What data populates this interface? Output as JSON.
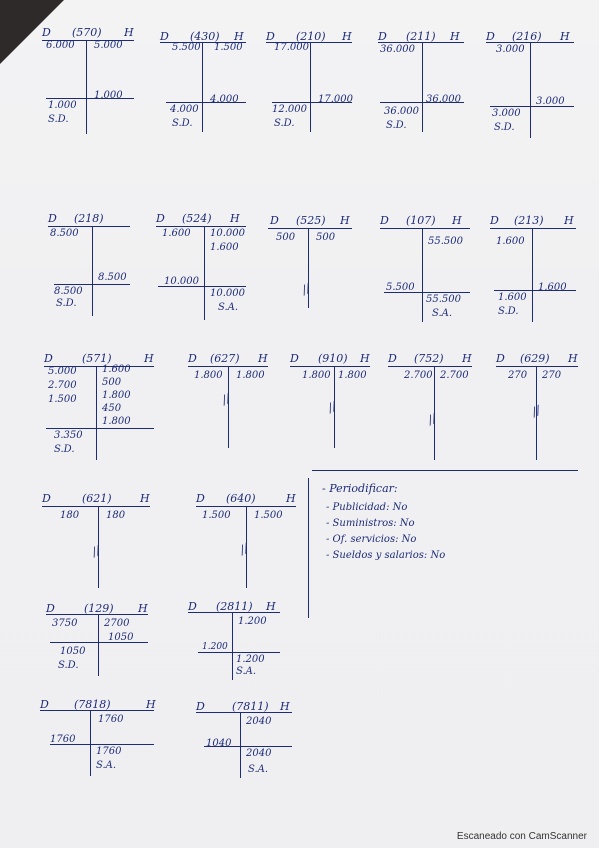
{
  "footer": {
    "text": "Escaneado con CamScanner"
  },
  "colors": {
    "ink": "#1d2b78",
    "paper": "#f1f1f3"
  },
  "accounts": [
    {
      "id": "570",
      "debit_label": "D",
      "code": "(570)",
      "credit_label": "H",
      "debit": [
        "6.000",
        "",
        "",
        "1.000",
        "S.D."
      ],
      "credit": [
        "5.000",
        "",
        "1.000"
      ]
    },
    {
      "id": "430",
      "debit_label": "D",
      "code": "(430)",
      "credit_label": "H",
      "debit": [
        "5.500",
        "",
        "",
        "4.000",
        "S.D."
      ],
      "credit": [
        "1.500",
        "",
        "4.000"
      ]
    },
    {
      "id": "210",
      "debit_label": "D",
      "code": "(210)",
      "credit_label": "H",
      "debit": [
        "17.000",
        "",
        "",
        "12.000",
        "S.D."
      ],
      "credit": [
        "",
        "",
        "17.000"
      ]
    },
    {
      "id": "211",
      "debit_label": "D",
      "code": "(211)",
      "credit_label": "H",
      "debit": [
        "36.000",
        "",
        "",
        "36.000",
        "S.D."
      ],
      "credit": [
        "",
        "",
        "36.000"
      ]
    },
    {
      "id": "216",
      "debit_label": "D",
      "code": "(216)",
      "credit_label": "H",
      "debit": [
        "3.000",
        "",
        "",
        "3.000",
        "S.D."
      ],
      "credit": [
        "",
        "",
        "3.000"
      ]
    },
    {
      "id": "218",
      "debit_label": "D",
      "code": "(218)",
      "credit_label": "",
      "debit": [
        "8.500",
        "",
        "",
        "8.500",
        "S.D."
      ],
      "credit": [
        "",
        "",
        "8.500"
      ]
    },
    {
      "id": "524",
      "debit_label": "D",
      "code": "(524)",
      "credit_label": "H",
      "debit": [
        "1.600",
        "",
        "10.000",
        "",
        ""
      ],
      "credit": [
        "10.000",
        "1.600",
        "",
        "10.000",
        "S.A."
      ]
    },
    {
      "id": "525",
      "debit_label": "D",
      "code": "(525)",
      "credit_label": "H",
      "debit": [
        "500"
      ],
      "credit": [
        "500"
      ]
    },
    {
      "id": "107",
      "debit_label": "D",
      "code": "(107)",
      "credit_label": "H",
      "debit": [
        "",
        "",
        "",
        "5.500"
      ],
      "credit": [
        "55.500",
        "",
        "",
        "55.500",
        "S.A."
      ]
    },
    {
      "id": "213",
      "debit_label": "D",
      "code": "(213)",
      "credit_label": "H",
      "debit": [
        "1.600",
        "",
        "",
        "1.600",
        "S.D."
      ],
      "credit": [
        "",
        "",
        "1.600"
      ]
    },
    {
      "id": "571",
      "debit_label": "D",
      "code": "(571)",
      "credit_label": "H",
      "debit": [
        "5.000",
        "2.700",
        "1.500",
        "",
        "3.350",
        "S.D."
      ],
      "credit": [
        "1.600",
        "500",
        "1.800",
        "450",
        "1.800"
      ]
    },
    {
      "id": "627",
      "debit_label": "D",
      "code": "(627)",
      "credit_label": "H",
      "debit": [
        "1.800"
      ],
      "credit": [
        "1.800"
      ]
    },
    {
      "id": "910",
      "debit_label": "D",
      "code": "(910)",
      "credit_label": "H",
      "debit": [
        "1.800"
      ],
      "credit": [
        "1.800"
      ]
    },
    {
      "id": "752",
      "debit_label": "D",
      "code": "(752)",
      "credit_label": "H",
      "debit": [
        "2.700"
      ],
      "credit": [
        "2.700"
      ]
    },
    {
      "id": "629",
      "debit_label": "D",
      "code": "(629)",
      "credit_label": "H",
      "debit": [
        "270"
      ],
      "credit": [
        "270"
      ]
    },
    {
      "id": "621",
      "debit_label": "D",
      "code": "(621)",
      "credit_label": "H",
      "debit": [
        "180"
      ],
      "credit": [
        "180"
      ]
    },
    {
      "id": "640",
      "debit_label": "D",
      "code": "(640)",
      "credit_label": "H",
      "debit": [
        "1.500"
      ],
      "credit": [
        "1.500"
      ]
    },
    {
      "id": "129",
      "debit_label": "D",
      "code": "(129)",
      "credit_label": "H",
      "debit": [
        "3750",
        "",
        "1050",
        "S.D."
      ],
      "credit": [
        "2700",
        "1050"
      ]
    },
    {
      "id": "2811",
      "debit_label": "D",
      "code": "(2811)",
      "credit_label": "H",
      "debit": [
        "",
        "",
        "1.200"
      ],
      "credit": [
        "1.200",
        "",
        "",
        "1.200",
        "S.A."
      ]
    },
    {
      "id": "7818",
      "debit_label": "D",
      "code": "(7818)",
      "credit_label": "H",
      "debit": [
        "",
        "",
        "1760"
      ],
      "credit": [
        "1760",
        "",
        "1760",
        "S.A."
      ]
    },
    {
      "id": "7811",
      "debit_label": "D",
      "code": "(7811)",
      "credit_label": "H",
      "debit": [
        "",
        "",
        "1040"
      ],
      "credit": [
        "2040",
        "",
        "2040",
        "S.A."
      ]
    }
  ],
  "notes": {
    "title": "- Periodificar:",
    "items": [
      "- Publicidad: No",
      "- Suministros: No",
      "- Of. servicios: No",
      "- Sueldos y salarios: No"
    ]
  }
}
